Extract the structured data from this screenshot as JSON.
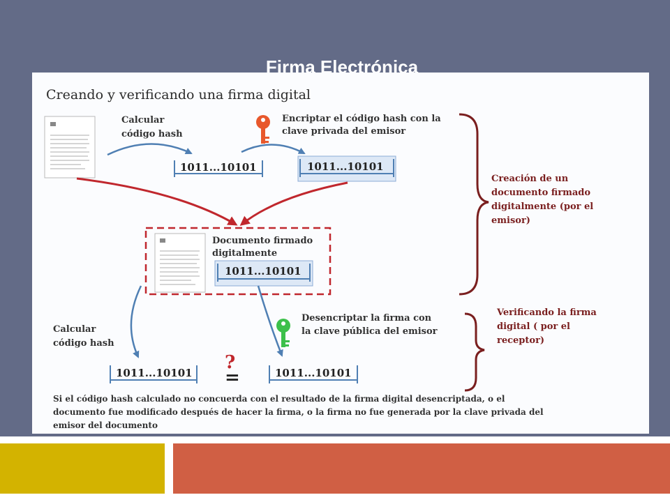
{
  "slide": {
    "title": "Firma Electrónica"
  },
  "diagram": {
    "heading": "Creando y verificando una firma digital",
    "step_hash_1": [
      "Calcular",
      "código hash"
    ],
    "step_encrypt": [
      "Encriptar el código hash con la",
      "clave privada del emisor"
    ],
    "hash_value": "1011...10101",
    "signed_doc_label": [
      "Documento firmado",
      "digitalmente"
    ],
    "creation_label": [
      "Creación de un",
      "documento firmado",
      "digitalmente (por el",
      "emisor)"
    ],
    "step_hash_2": [
      "Calcular",
      "código hash"
    ],
    "step_decrypt": [
      "Desencriptar la firma con",
      "la clave pública del emisor"
    ],
    "verify_label": [
      "Verificando la firma",
      "digital ( por el",
      "receptor)"
    ],
    "question_mark": "?",
    "equals_sign": "=",
    "footnote": [
      "Si el código hash calculado no concuerda con el resultado de la firma digital desencriptada, o el",
      "documento fue modificado después de hacer la firma, o la firma no fue generada por la clave privada del",
      "emisor del documento"
    ],
    "colors": {
      "arrow_blue": "#4f7fb3",
      "arrow_red": "#c0272d",
      "private_key": "#e8582c",
      "public_key": "#3cc04a"
    }
  }
}
